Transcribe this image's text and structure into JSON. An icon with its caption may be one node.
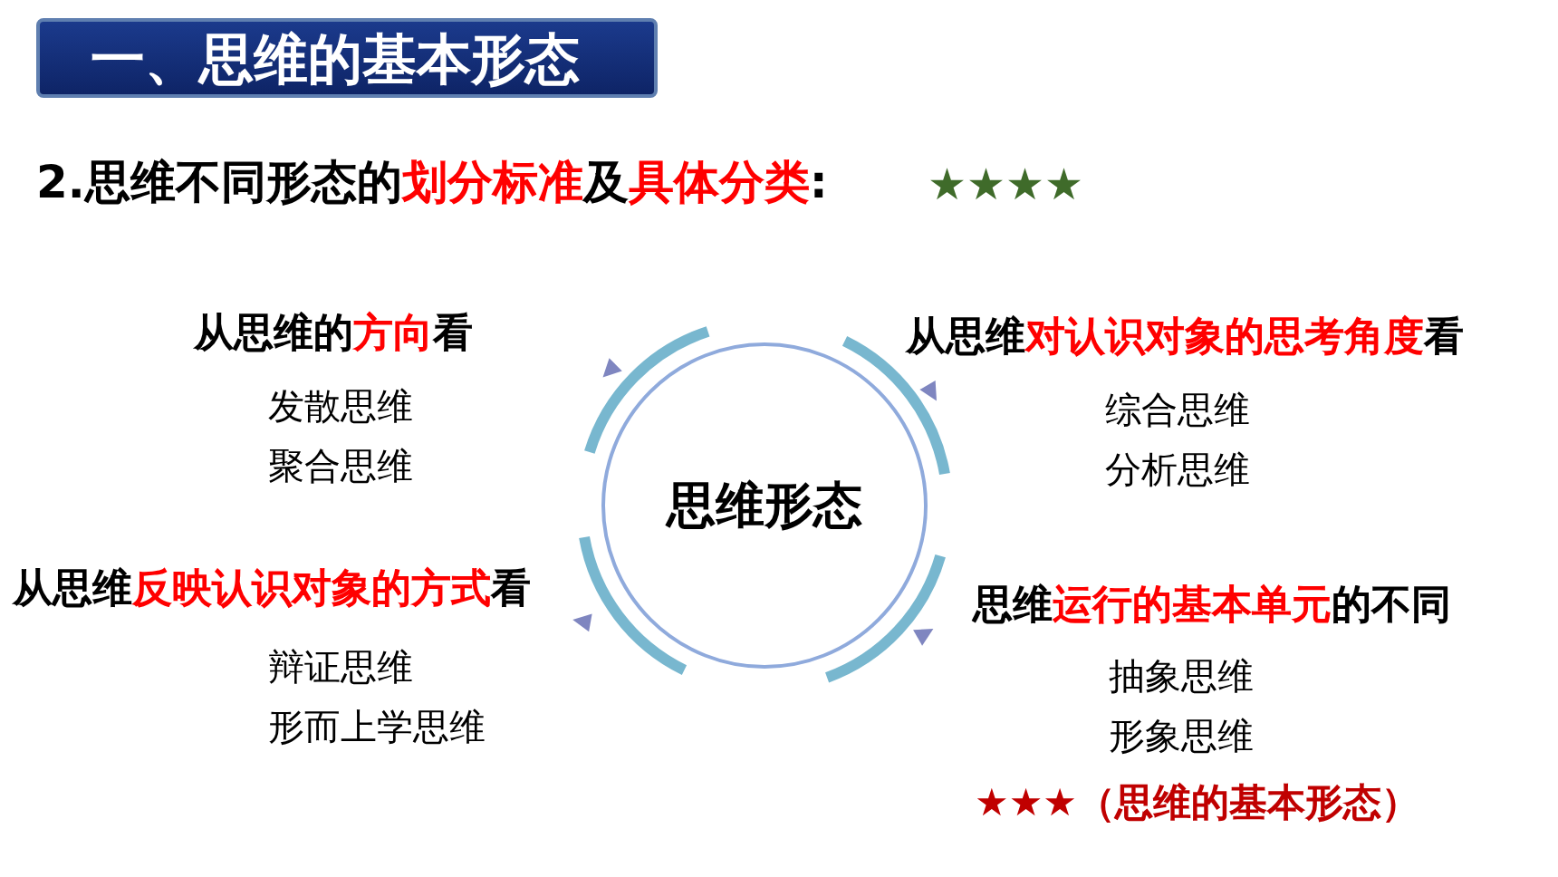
{
  "diagram": {
    "title": "一、思维的基本形态",
    "nodes": [
      {
        "text": [
          "思维形态"
        ]
      }
    ],
    "labels": [
      "2.思维不同形态的**划分标准**及**具体分类**:",
      "★★★★",
      "从思维的**方向**看",
      "从思维**对认识对象的思考角度**看",
      "发散思维",
      "综合思维",
      "聚合思维",
      "分析思维",
      "从思维**反映认识对象的方式**看",
      "思维**运行的基本单元**的不同",
      "辩证思维",
      "抽象思维",
      "形而上学思维",
      "形象思维",
      "★★★（思维的基本形态）"
    ]
  }
}
